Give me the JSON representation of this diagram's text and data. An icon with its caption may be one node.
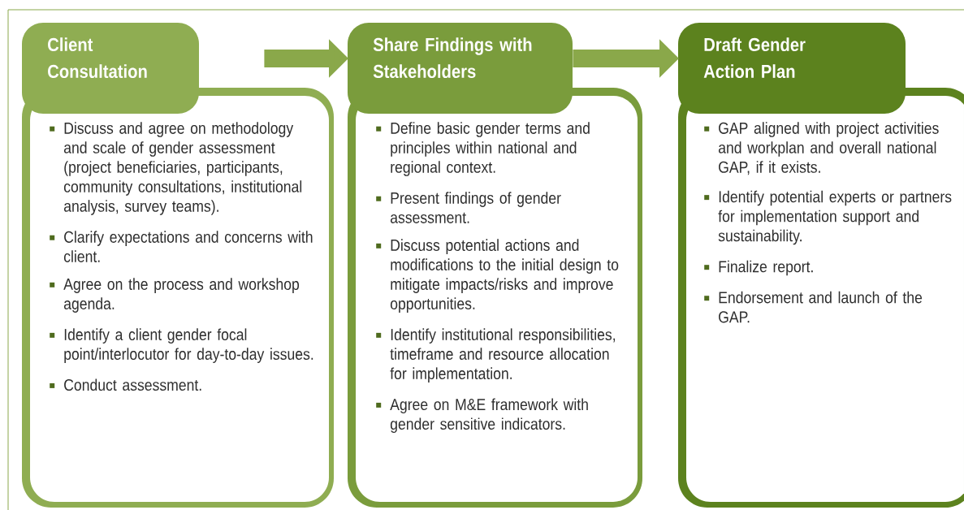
{
  "diagram": {
    "nodes": [
      {
        "text": [
          "Client Consultation",
          "Discuss and agree on methodology and scale of gender assessment (project beneficiaries, participants, community consultations, institutional analysis, survey teams).",
          "Clarify expectations and concerns with client.",
          "Agree on the process and workshop agenda.",
          "Identify a client gender focal point/interlocutor for day-to-day issues.",
          "Conduct assessment."
        ]
      },
      {
        "text": [
          "Share Findings with Stakeholders",
          "Define basic gender terms and principles within national and regional context.",
          "Present findings of gender assessment.",
          "Discuss potential actions and modifications to the initial design to mitigate impacts/risks and improve opportunities.",
          "Identify institutional responsibilities, timeframe and resource allocation for implementation.",
          "Agree on M&E framework with gender sensitive indicators."
        ]
      },
      {
        "text": [
          "Draft Gender Action Plan",
          "GAP aligned with project activities and workplan and overall national GAP, if it exists.",
          "Identify potential experts or partners for implementation support and sustainability.",
          "Finalize report.",
          "Endorsement and launch of the GAP."
        ]
      }
    ],
    "edges": [
      {
        "from": 0,
        "to": 1,
        "arrow": "to"
      },
      {
        "from": 1,
        "to": 2,
        "arrow": "to"
      }
    ]
  }
}
